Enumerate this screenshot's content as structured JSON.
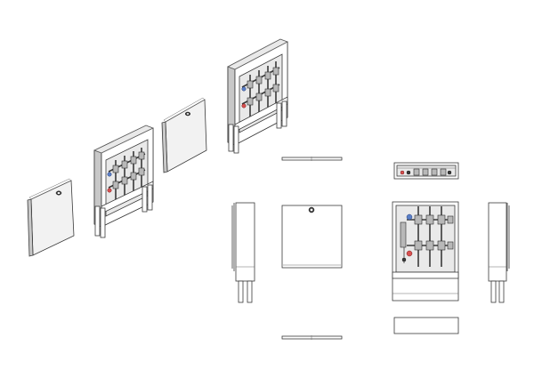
{
  "drawing": {
    "views": [
      {
        "key": "door_iso",
        "label": "door-panel-isometric"
      },
      {
        "key": "cabinet_iso_open",
        "label": "cabinet-isometric-with-manifold"
      },
      {
        "key": "door_iso_small",
        "label": "door-panel-isometric-small"
      },
      {
        "key": "cabinet_iso_top",
        "label": "cabinet-isometric-rear"
      },
      {
        "key": "side_view_left",
        "label": "side-elevation-left"
      },
      {
        "key": "front_door_view",
        "label": "front-elevation-closed"
      },
      {
        "key": "top_plan_view",
        "label": "plan-view-top"
      },
      {
        "key": "front_open_view",
        "label": "front-elevation-open"
      },
      {
        "key": "side_view_right",
        "label": "side-elevation-right"
      },
      {
        "key": "bottom_plan_view",
        "label": "plan-view-bottom"
      },
      {
        "key": "section_strip_top",
        "label": "door-top-edge"
      },
      {
        "key": "section_strip_bottom",
        "label": "door-bottom-edge"
      }
    ],
    "colors": {
      "line": "#3a3a3a",
      "panel": "#f2f2f2",
      "blue_valve": "#5a7fc8",
      "red_valve": "#d85050"
    }
  }
}
